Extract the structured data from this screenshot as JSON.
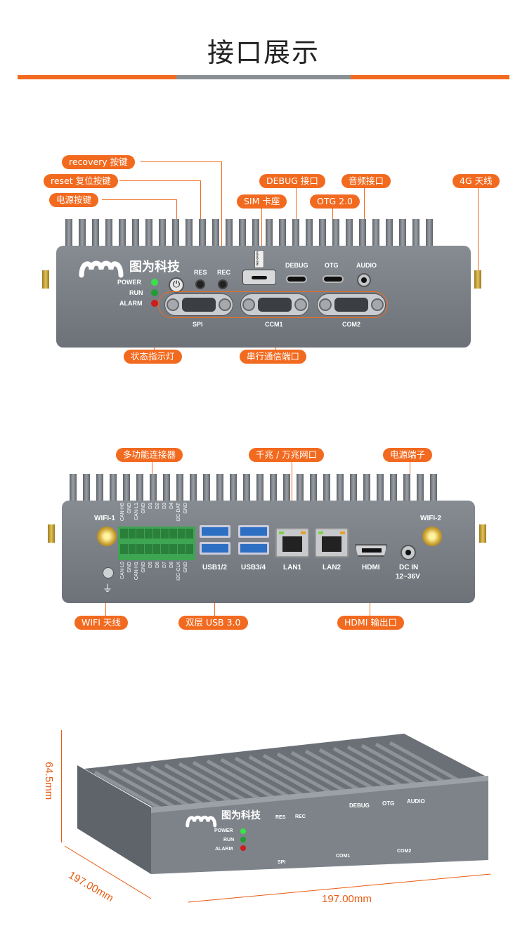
{
  "page_title": "接口展示",
  "section1": {
    "callouts": {
      "recovery": "recovery 按键",
      "reset": "reset 复位按键",
      "power": "电源按键",
      "sim": "SIM 卡座",
      "debug": "DEBUG 接口",
      "otg": "OTG 2.0",
      "audio": "音频接口",
      "antenna4g": "4G 天线",
      "status": "状态指示灯",
      "serial": "串行通信端口"
    },
    "brand": "图为科技",
    "leds": [
      "POWER",
      "RUN",
      "ALARM"
    ],
    "buttons": [
      "RES",
      "REC"
    ],
    "ports": {
      "debug": "DEBUG",
      "otg": "OTG",
      "audio": "AUDIO",
      "sim": "NANO SIM"
    },
    "serial_ports": [
      "SPI",
      "CCM1",
      "COM2"
    ]
  },
  "section2": {
    "callouts": {
      "multi": "多功能连接器",
      "lan": "千兆 / 万兆网口",
      "dc": "电源端子",
      "wifi": "WIFI 天线",
      "usb": "双层 USB 3.0",
      "hdmi": "HDMI 输出口"
    },
    "wifi1": "WIFI-1",
    "wifi2": "WIFI-2",
    "terminal_top": [
      "CAN-H0",
      "GND",
      "CAN-L1",
      "GND",
      "D1",
      "D2",
      "D3",
      "D4",
      "I2C-DAT",
      "GND"
    ],
    "terminal_bottom": [
      "CAN-L0",
      "GND",
      "CAN-H1",
      "GND",
      "D5",
      "D6",
      "D7",
      "D8",
      "I2C-CLK",
      "GND"
    ],
    "ports": [
      "USB1/2",
      "USB3/4",
      "LAN1",
      "LAN2",
      "HDMI"
    ],
    "dc_in": "DC IN",
    "dc_range": "12~36V"
  },
  "section3": {
    "height": "64.5mm",
    "depth": "197.00mm",
    "width": "197.00mm",
    "brand": "图为科技",
    "leds": [
      "POWER",
      "RUN",
      "ALARM"
    ],
    "buttons": [
      "RES",
      "REC"
    ],
    "ports": [
      "DEBUG",
      "OTG",
      "AUDIO"
    ],
    "serial_ports": [
      "SPI",
      "COM1",
      "COM2"
    ]
  },
  "colors": {
    "accent": "#f26a1f",
    "chassis": "#7b8187",
    "rule_mid": "#8a8f94"
  }
}
